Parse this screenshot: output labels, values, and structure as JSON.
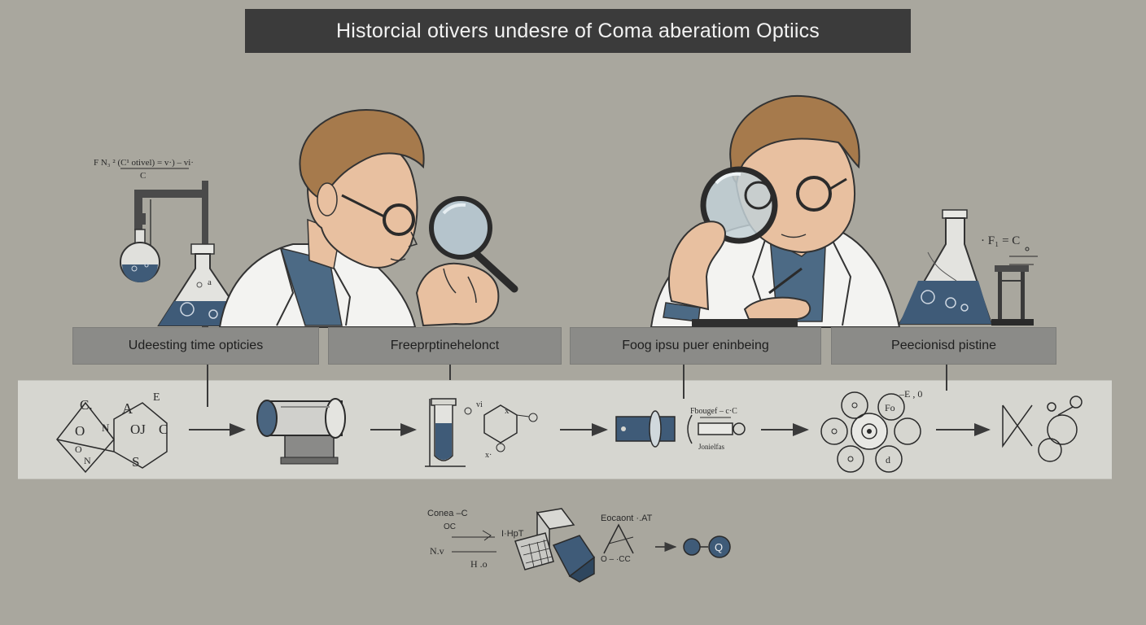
{
  "title": "Historcial otivers undesre of Coma aberatiom Optiics",
  "labels": [
    "Udeesting time opticies",
    "Freeprptinehelonct",
    "Foog ipsu puer eninbeing",
    "Peecionisd pistine"
  ],
  "formulas": {
    "top_left_num": "F N₃ ² (C¹ otivel)  = v·)  – vi·",
    "top_left_den": "C",
    "right_eq": "· F₁ = C",
    "strip_e0": "–E , 0",
    "strip_flow": "Fbougef – c·C",
    "strip_flow2": "Jonielfas",
    "bottom_cones": "Conea –C",
    "bottom_oc": "OC",
    "bottom_nv": "N.v",
    "bottom_ho": "H .o",
    "bottom_hpt": "I·HpT",
    "bottom_econt": "Eocaont ·.AT",
    "bottom_occ": "O – ·CC",
    "bottom_q": "Q",
    "fo": "Fo",
    "d": "d",
    "vl": "vi",
    "x": "x",
    "xp": "x·"
  },
  "molecule_letters": [
    "C.",
    "A",
    "E",
    "O",
    "N",
    "OJ",
    "C",
    "O",
    "N",
    "S"
  ],
  "colors": {
    "background": "#a9a79e",
    "title_bg": "#3b3b3b",
    "label_bg": "#8b8b88",
    "strip_bg": "#d6d6d0",
    "liquid": "#3f5b78",
    "coat": "#f3f3f1",
    "hair": "#a67a4c",
    "skin": "#e8c0a0",
    "shirt": "#4c6a85"
  },
  "icons": [
    "magnifier-icon",
    "flask-icon",
    "lens-icon",
    "arrow-icon",
    "atom-icon",
    "cube-icon"
  ]
}
